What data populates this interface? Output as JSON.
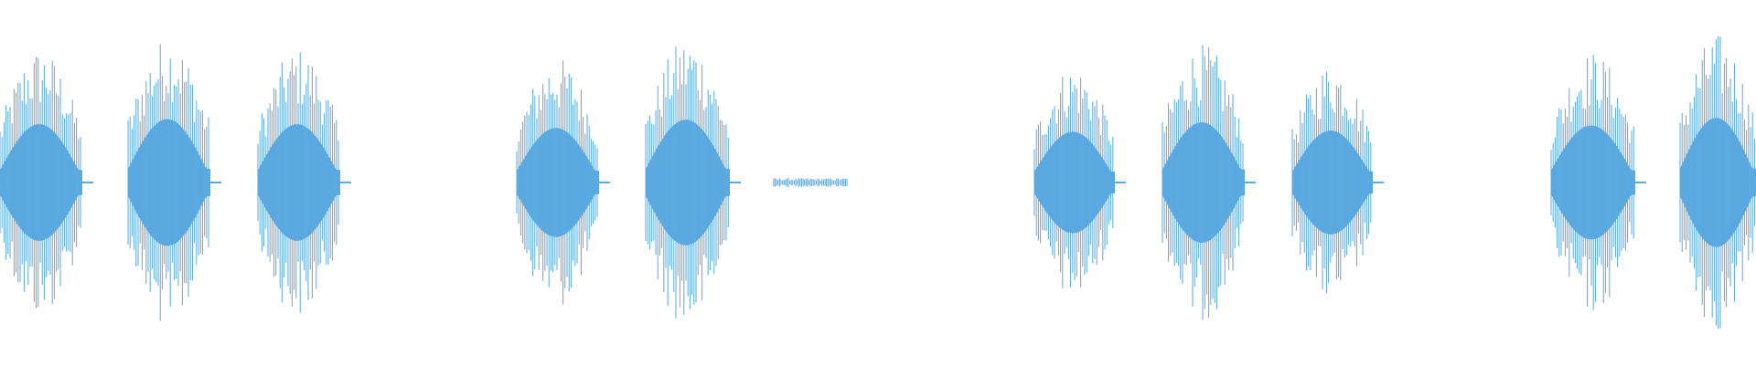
{
  "waveform": {
    "color": "#5aa9e0",
    "style": "audio waveform",
    "bursts": [
      {
        "amplitude": 0.92,
        "level": "full"
      },
      {
        "amplitude": 1.0,
        "level": "full"
      },
      {
        "amplitude": 0.92,
        "level": "full"
      },
      {
        "amplitude": 0.0,
        "level": "silence"
      },
      {
        "amplitude": 0.86,
        "level": "full"
      },
      {
        "amplitude": 0.99,
        "level": "full"
      },
      {
        "amplitude": 0.03,
        "level": "faint"
      },
      {
        "amplitude": 0.0,
        "level": "silence"
      },
      {
        "amplitude": 0.8,
        "level": "full"
      },
      {
        "amplitude": 0.95,
        "level": "full"
      },
      {
        "amplitude": 0.82,
        "level": "full"
      },
      {
        "amplitude": 0.0,
        "level": "silence"
      },
      {
        "amplitude": 0.9,
        "level": "full"
      },
      {
        "amplitude": 1.02,
        "level": "full"
      }
    ]
  }
}
